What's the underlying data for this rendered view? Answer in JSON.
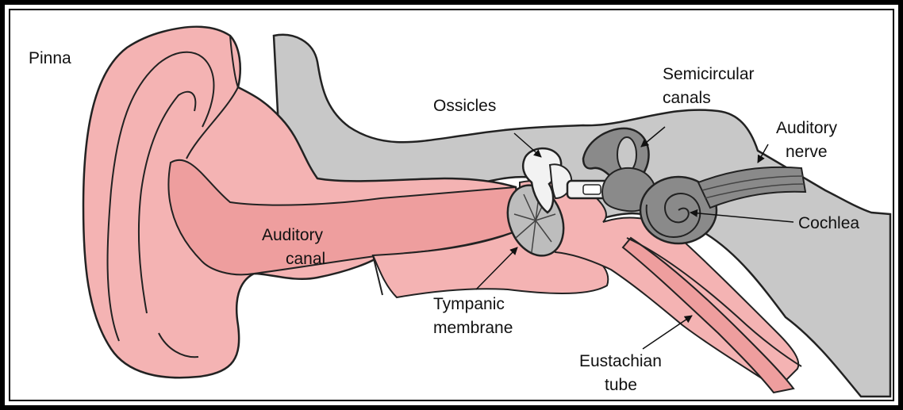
{
  "labels": {
    "pinna": "Pinna",
    "ossicles": "Ossicles",
    "semicircular_line1": "Semicircular",
    "semicircular_line2": "canals",
    "auditory_nerve_line1": "Auditory",
    "auditory_nerve_line2": "nerve",
    "cochlea": "Cochlea",
    "auditory_canal_line1": "Auditory",
    "auditory_canal_line2": "canal",
    "tympanic_line1": "Tympanic",
    "tympanic_line2": "membrane",
    "eustachian_line1": "Eustachian",
    "eustachian_line2": "tube"
  },
  "colors": {
    "skin": "#f4b3b3",
    "canal": "#ee9e9e",
    "bone": "#c8c8c8",
    "inner_ear": "#8a8a8a",
    "ossicle": "#f2f2f2",
    "frame": "#000000"
  }
}
